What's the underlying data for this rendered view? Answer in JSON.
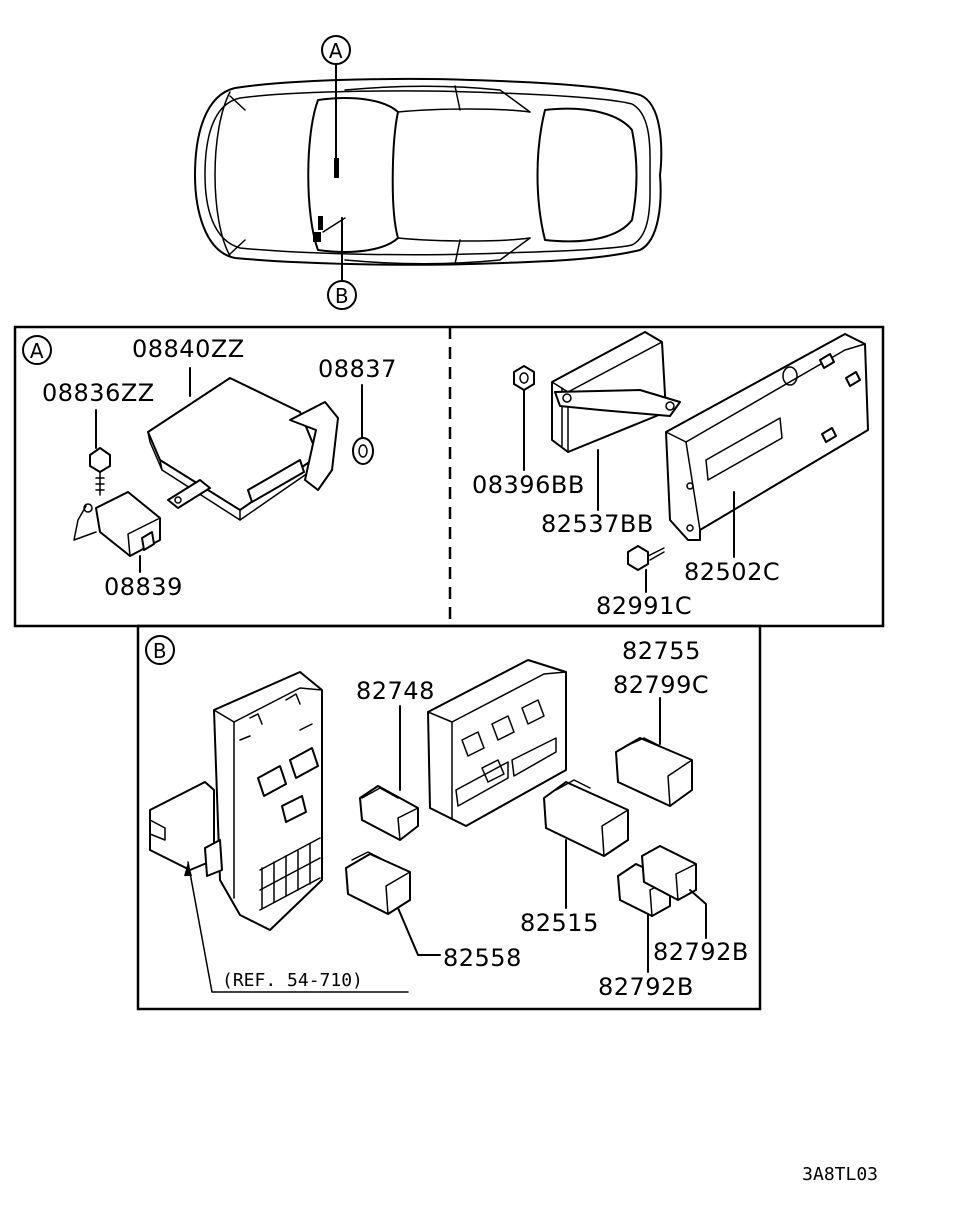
{
  "markers": {
    "a": "A",
    "b": "B"
  },
  "panel_a": {
    "marker": "A",
    "labels": {
      "p08840ZZ": "08840ZZ",
      "p08836ZZ": "08836ZZ",
      "p08837": "08837",
      "p08839": "08839",
      "p08396BB": "08396BB",
      "p82537BB": "82537BB",
      "p82502C": "82502C",
      "p82991C": "82991C"
    }
  },
  "panel_b": {
    "marker": "B",
    "labels": {
      "p82748": "82748",
      "p82755": "82755",
      "p82799C": "82799C",
      "p82558": "82558",
      "p82515": "82515",
      "p82792B_1": "82792B",
      "p82792B_2": "82792B",
      "ref": "(REF. 54-710)"
    }
  },
  "drawing_code": "3A8TL03",
  "colors": {
    "line": "#000000",
    "background": "#ffffff"
  }
}
